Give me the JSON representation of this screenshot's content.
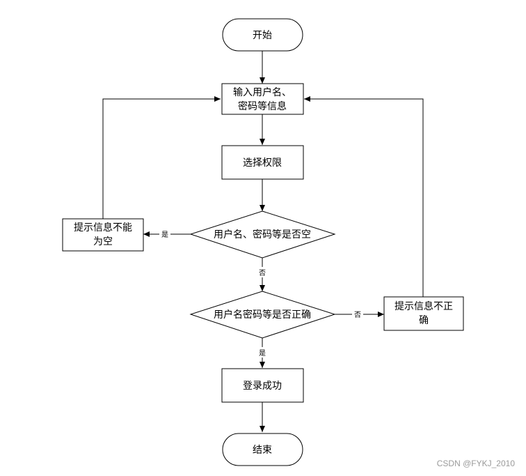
{
  "diagram": {
    "nodes": {
      "start": {
        "lines": [
          "开始"
        ]
      },
      "input": {
        "lines": [
          "输入用户名、",
          "密码等信息"
        ]
      },
      "permission": {
        "lines": [
          "选择权限"
        ]
      },
      "check_empty": {
        "lines": [
          "用户名、密码等是否空"
        ]
      },
      "empty_tip": {
        "lines": [
          "提示信息不能",
          "为空"
        ]
      },
      "check_correct": {
        "lines": [
          "用户名密码等是否正确"
        ]
      },
      "wrong_tip": {
        "lines": [
          "提示信息不正",
          "确"
        ]
      },
      "success": {
        "lines": [
          "登录成功"
        ]
      },
      "end": {
        "lines": [
          "结束"
        ]
      }
    },
    "edges": {
      "empty_yes": "是",
      "empty_no": "否",
      "correct_no": "否",
      "correct_yes": "是"
    }
  },
  "watermark": "CSDN @FYKJ_2010"
}
